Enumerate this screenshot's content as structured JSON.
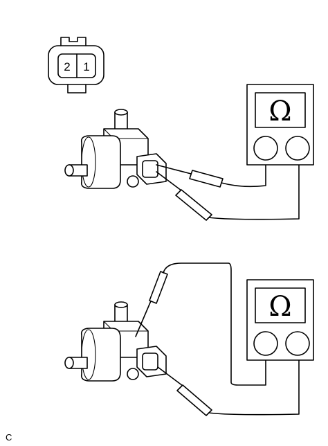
{
  "connector": {
    "pin_left": "2",
    "pin_right": "1"
  },
  "meters": [
    {
      "symbol": "Ω"
    },
    {
      "symbol": "Ω"
    }
  ],
  "figure_code": "C"
}
